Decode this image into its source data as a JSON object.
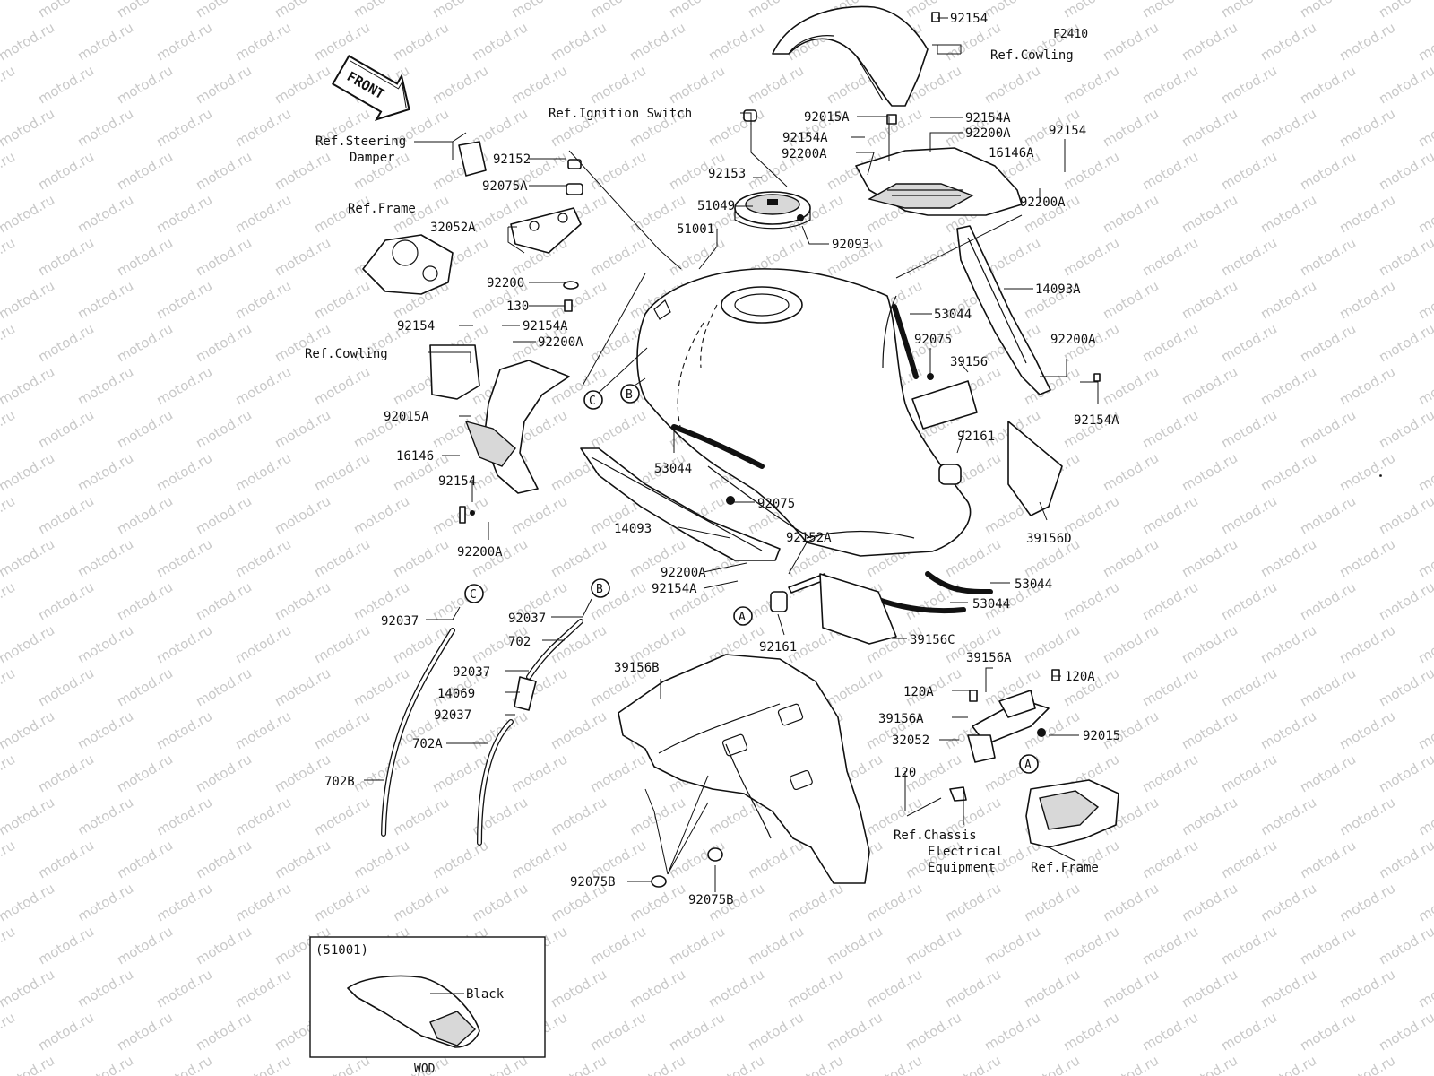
{
  "figure_id": "F2410",
  "front_arrow_label": "FRONT",
  "watermark": "motod.ru",
  "parts": {
    "p92154_top": "92154",
    "ref_cowling_top": "Ref.Cowling",
    "ref_ignition": "Ref.Ignition Switch",
    "p92015A_top": "92015A",
    "p92154A_r1": "92154A",
    "p92154A_r2": "92154A",
    "p92200A_r1": "92200A",
    "p92200A_r2": "92200A",
    "p92154_r": "92154",
    "p16146A": "16146A",
    "p92200A_r3": "92200A",
    "ref_steering_1": "Ref.Steering",
    "ref_steering_2": "Damper",
    "p92152": "92152",
    "p92075A": "92075A",
    "ref_frame_left": "Ref.Frame",
    "p32052A": "32052A",
    "p92200": "92200",
    "p130": "130",
    "p92153": "92153",
    "p51049": "51049",
    "p51001": "51001",
    "p92093": "92093",
    "p14093A": "14093A",
    "p53044_a": "53044",
    "p92075_a": "92075",
    "p39156": "39156",
    "p92200A_r4": "92200A",
    "p92154A_r3": "92154A",
    "p92154_l": "92154",
    "p92154A_l": "92154A",
    "p92200A_l": "92200A",
    "ref_cowling_left": "Ref.Cowling",
    "p92015A_l": "92015A",
    "p16146": "16146",
    "p92154_l2": "92154",
    "p92200A_l2": "92200A",
    "p53044_b": "53044",
    "p92075_b": "92075",
    "p14093": "14093",
    "p92161_a": "92161",
    "p39156D": "39156D",
    "p92152A": "92152A",
    "p92200A_c": "92200A",
    "p92154A_c": "92154A",
    "p53044_c": "53044",
    "p53044_d": "53044",
    "p92161_b": "92161",
    "p39156C": "39156C",
    "p92037_a": "92037",
    "p92037_b": "92037",
    "p702": "702",
    "p92037_c": "92037",
    "p14069": "14069",
    "p92037_d": "92037",
    "p702A": "702A",
    "p702B": "702B",
    "p39156B": "39156B",
    "p39156A_1": "39156A",
    "p120A_1": "120A",
    "p120A_2": "120A",
    "p39156A_2": "39156A",
    "p32052": "32052",
    "p92015": "92015",
    "p120": "120",
    "ref_chassis_1": "Ref.Chassis",
    "ref_chassis_2": "Electrical",
    "ref_chassis_3": "Equipment",
    "ref_frame_right": "Ref.Frame",
    "p92075B_a": "92075B",
    "p92075B_b": "92075B"
  },
  "callouts": {
    "c_upper": "C",
    "b_upper": "B",
    "c_lower": "C",
    "b_lower": "B",
    "a_left": "A",
    "a_right": "A"
  },
  "inset": {
    "title": "(51001)",
    "color_label": "Black",
    "caption": "WOD"
  }
}
